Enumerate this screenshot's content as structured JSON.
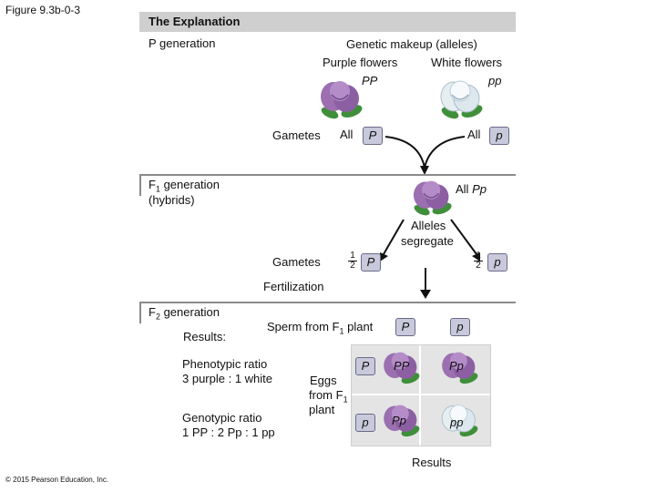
{
  "figure_label": "Figure 9.3b-0-3",
  "copyright": "© 2015 Pearson Education, Inc.",
  "header": {
    "title": "The Explanation"
  },
  "p_generation": {
    "label": "P generation",
    "genetic_makeup": "Genetic makeup (alleles)",
    "purple_label": "Purple flowers",
    "white_label": "White flowers",
    "purple_genotype": "PP",
    "white_genotype": "pp",
    "gametes_label": "Gametes",
    "all_word": "All",
    "gamete_purple": "P",
    "gamete_white": "p"
  },
  "f1_generation": {
    "label_pre": "F",
    "label_sub": "1",
    "label_post": " generation",
    "label_line2": "(hybrids)",
    "all_word": "All",
    "genotype": "Pp",
    "alleles_segregate_1": "Alleles",
    "alleles_segregate_2": "segregate",
    "gametes_label": "Gametes",
    "fraction_num": "1",
    "fraction_den": "2",
    "gamete_dominant": "P",
    "gamete_recessive": "p",
    "fertilization": "Fertilization"
  },
  "f2_generation": {
    "label_pre": "F",
    "label_sub": "2",
    "label_post": " generation",
    "results_label": "Results:",
    "sperm_label_pre": "Sperm from F",
    "sperm_label_sub": "1",
    "sperm_label_post": " plant",
    "sperm_dominant": "P",
    "sperm_recessive": "p",
    "eggs_line1": "Eggs",
    "eggs_line2_pre": "from F",
    "eggs_line2_sub": "1",
    "eggs_line3": "plant",
    "egg_dominant": "P",
    "egg_recessive": "p",
    "phenotypic_title": "Phenotypic ratio",
    "phenotypic_value": "3 purple : 1 white",
    "genotypic_title": "Genotypic ratio",
    "genotypic_value": "1 PP : 2 Pp : 1 pp",
    "punnett": [
      {
        "genotype": "PP",
        "color": "purple"
      },
      {
        "genotype": "Pp",
        "color": "purple"
      },
      {
        "genotype": "Pp",
        "color": "purple"
      },
      {
        "genotype": "pp",
        "color": "white"
      }
    ],
    "results_caption": "Results"
  },
  "colors": {
    "purple_petal": "#9b6fb0",
    "purple_dark": "#6e4a86",
    "white_petal": "#eef4f7",
    "white_dark": "#a9bcc8",
    "leaf": "#3f8f3a",
    "allele_box": "#c9c9dc",
    "arrow": "#111111"
  }
}
